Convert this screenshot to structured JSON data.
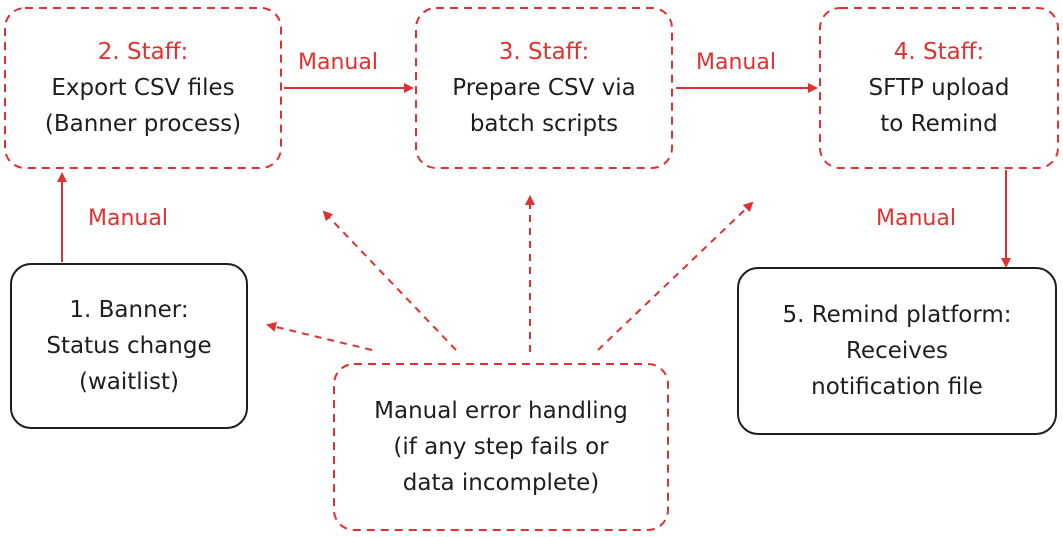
{
  "colors": {
    "accent": "#e03131",
    "ink": "#1e1e1e"
  },
  "nodes": {
    "banner": {
      "line1": "1. Banner:",
      "line2": "Status change",
      "line3": "(waitlist)"
    },
    "export": {
      "title": "2. Staff:",
      "line1": "Export CSV files",
      "line2": "(Banner process)"
    },
    "prepare": {
      "title": "3. Staff:",
      "line1": "Prepare CSV via",
      "line2": "batch scripts"
    },
    "sftp": {
      "title": "4. Staff:",
      "line1": "SFTP upload",
      "line2": "to Remind"
    },
    "remind": {
      "line1": "5. Remind platform:",
      "line2": "Receives",
      "line3": "notification file"
    },
    "errors": {
      "line1": "Manual error handling",
      "line2": "(if any step fails or",
      "line3": "data incomplete)"
    }
  },
  "edges": {
    "banner_to_export": "Manual",
    "export_to_prepare": "Manual",
    "prepare_to_sftp": "Manual",
    "sftp_to_remind": "Manual"
  }
}
